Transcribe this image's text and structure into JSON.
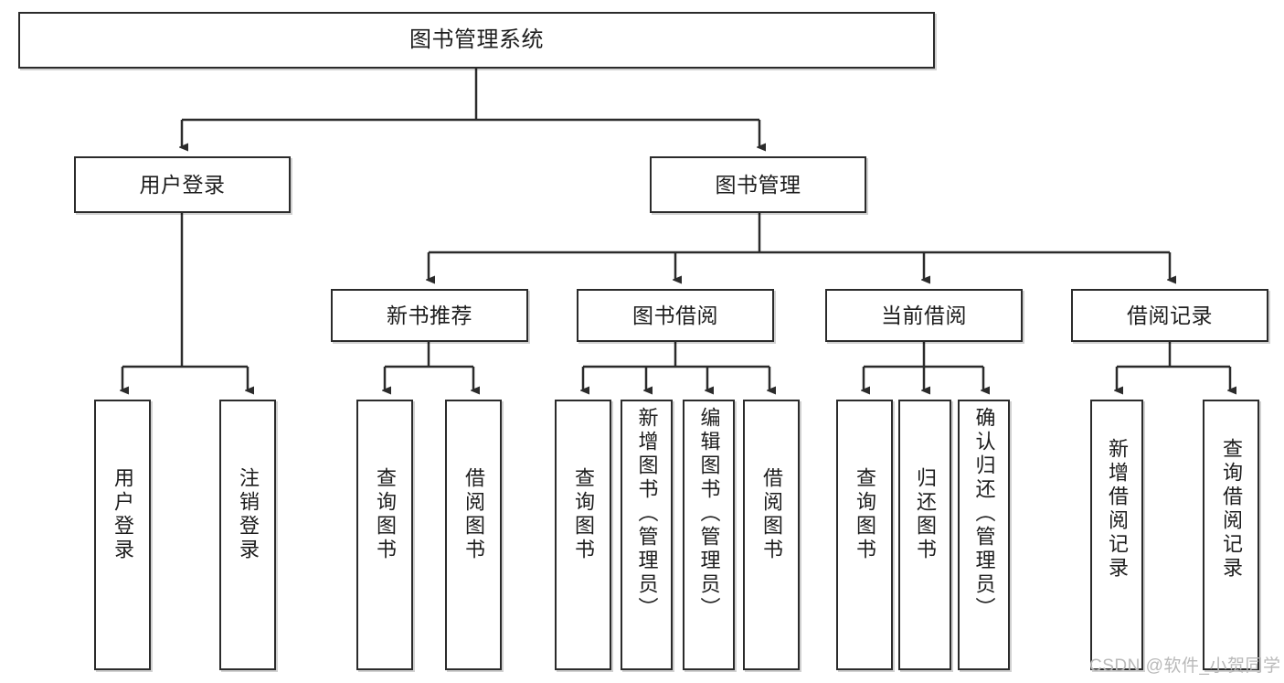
{
  "diagram": {
    "title": "图书管理系统",
    "type": "tree-hierarchy",
    "root": {
      "label": "图书管理系统"
    },
    "level2": [
      {
        "label": "用户登录"
      },
      {
        "label": "图书管理"
      }
    ],
    "level3": [
      {
        "label": "新书推荐"
      },
      {
        "label": "图书借阅"
      },
      {
        "label": "当前借阅"
      },
      {
        "label": "借阅记录"
      }
    ],
    "leaves": {
      "user_login": [
        {
          "label": "用户登录"
        },
        {
          "label": "注销登录"
        }
      ],
      "new_book_recommend": [
        {
          "label": "查询图书"
        },
        {
          "label": "借阅图书"
        }
      ],
      "book_borrow": [
        {
          "label": "查询图书"
        },
        {
          "label": "新增图书（管理员）"
        },
        {
          "label": "编辑图书（管理员）"
        },
        {
          "label": "借阅图书"
        }
      ],
      "current_borrow": [
        {
          "label": "查询图书"
        },
        {
          "label": "归还图书"
        },
        {
          "label": "确认归还（管理员）"
        }
      ],
      "borrow_record": [
        {
          "label": "新增借阅记录"
        },
        {
          "label": "查询借阅记录"
        }
      ]
    }
  },
  "watermark": {
    "text": "CSDN @软件_小贺同学"
  },
  "colors": {
    "stroke": "#2b2b2b",
    "fill": "#ffffff",
    "text": "#1d1d1d",
    "watermark": "#b9b9b9"
  }
}
